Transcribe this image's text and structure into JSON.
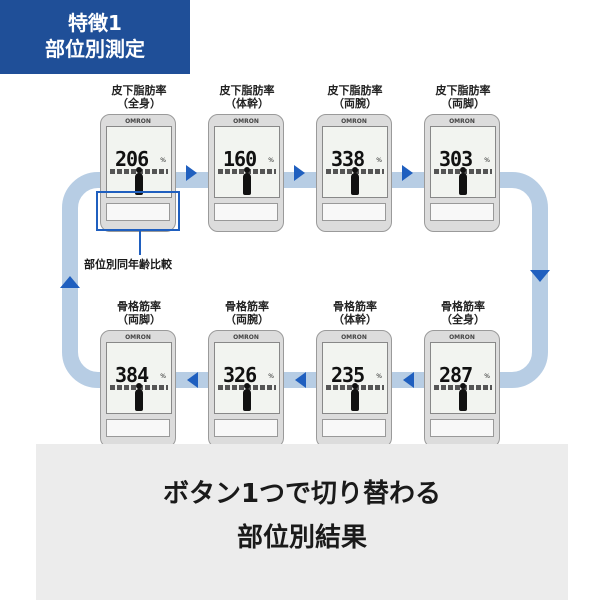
{
  "badge": {
    "line1": "特徴1",
    "line2": "部位別測定"
  },
  "callout": "部位別同年齢比較",
  "top_row": [
    {
      "label1": "皮下脂肪率",
      "label2": "（全身）",
      "value": "206"
    },
    {
      "label1": "皮下脂肪率",
      "label2": "（体幹）",
      "value": "160"
    },
    {
      "label1": "皮下脂肪率",
      "label2": "（両腕）",
      "value": "338"
    },
    {
      "label1": "皮下脂肪率",
      "label2": "（両脚）",
      "value": "303"
    }
  ],
  "bottom_row": [
    {
      "label1": "骨格筋率",
      "label2": "（両脚）",
      "value": "384"
    },
    {
      "label1": "骨格筋率",
      "label2": "（両腕）",
      "value": "326"
    },
    {
      "label1": "骨格筋率",
      "label2": "（体幹）",
      "value": "235"
    },
    {
      "label1": "骨格筋率",
      "label2": "（全身）",
      "value": "287"
    }
  ],
  "device": {
    "brand": "OMRON",
    "percent": "%"
  },
  "footer": {
    "line1": "ボタン1つで切り替わる",
    "line2": "部位別結果"
  }
}
